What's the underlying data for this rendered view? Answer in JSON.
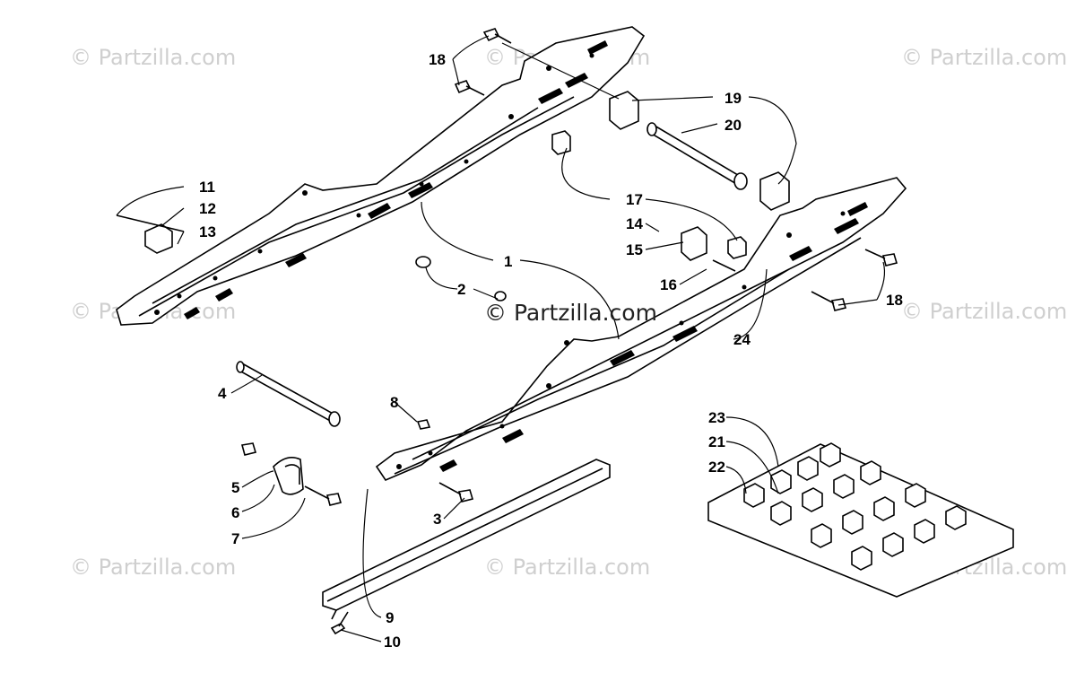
{
  "watermark": "© Partzilla.com",
  "center_watermark": "© Partzilla.com",
  "callouts": [
    {
      "id": "c18a",
      "label": "18"
    },
    {
      "id": "c19",
      "label": "19"
    },
    {
      "id": "c20",
      "label": "20"
    },
    {
      "id": "c11",
      "label": "11"
    },
    {
      "id": "c12",
      "label": "12"
    },
    {
      "id": "c13",
      "label": "13"
    },
    {
      "id": "c17",
      "label": "17"
    },
    {
      "id": "c14",
      "label": "14"
    },
    {
      "id": "c15",
      "label": "15"
    },
    {
      "id": "c16",
      "label": "16"
    },
    {
      "id": "c1",
      "label": "1"
    },
    {
      "id": "c2",
      "label": "2"
    },
    {
      "id": "c18b",
      "label": "18"
    },
    {
      "id": "c24",
      "label": "24"
    },
    {
      "id": "c4",
      "label": "4"
    },
    {
      "id": "c8",
      "label": "8"
    },
    {
      "id": "c23",
      "label": "23"
    },
    {
      "id": "c21",
      "label": "21"
    },
    {
      "id": "c22",
      "label": "22"
    },
    {
      "id": "c5",
      "label": "5"
    },
    {
      "id": "c6",
      "label": "6"
    },
    {
      "id": "c7",
      "label": "7"
    },
    {
      "id": "c3",
      "label": "3"
    },
    {
      "id": "c9",
      "label": "9"
    },
    {
      "id": "c10",
      "label": "10"
    }
  ]
}
